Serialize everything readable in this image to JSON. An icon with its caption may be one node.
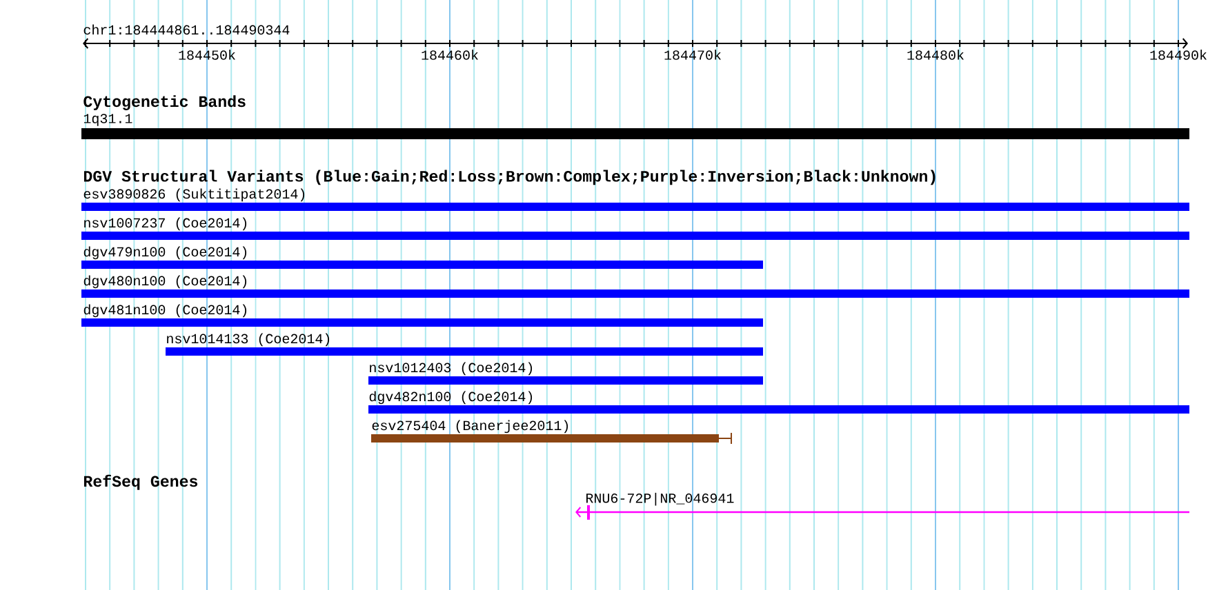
{
  "diagram": {
    "nodes": [
      {
        "text": [
          "1q31.1"
        ]
      },
      {
        "text": [
          "esv3890826 (Suktitipat2014)"
        ]
      },
      {
        "text": [
          "nsv1007237 (Coe2014)"
        ]
      },
      {
        "text": [
          "dgv479n100 (Coe2014)"
        ]
      },
      {
        "text": [
          "dgv480n100 (Coe2014)"
        ]
      },
      {
        "text": [
          "dgv481n100 (Coe2014)"
        ]
      },
      {
        "text": [
          "nsv1014133 (Coe2014)"
        ]
      },
      {
        "text": [
          "nsv1012403 (Coe2014)"
        ]
      },
      {
        "text": [
          "dgv482n100 (Coe2014)"
        ]
      },
      {
        "text": [
          "esv275404 (Banerjee2011)"
        ]
      },
      {
        "text": [
          "RNU6-72P|NR_046941"
        ]
      }
    ],
    "labels": [
      "chr1:184444861..184490344",
      "184450k",
      "184460k",
      "184470k",
      "184480k",
      "184490k",
      "Cytogenetic Bands",
      "DGV Structural Variants (Blue:Gain;Red:Loss;Brown:Complex;Purple:Inversion;Black:Unknown)",
      "RefSeq Genes"
    ]
  }
}
